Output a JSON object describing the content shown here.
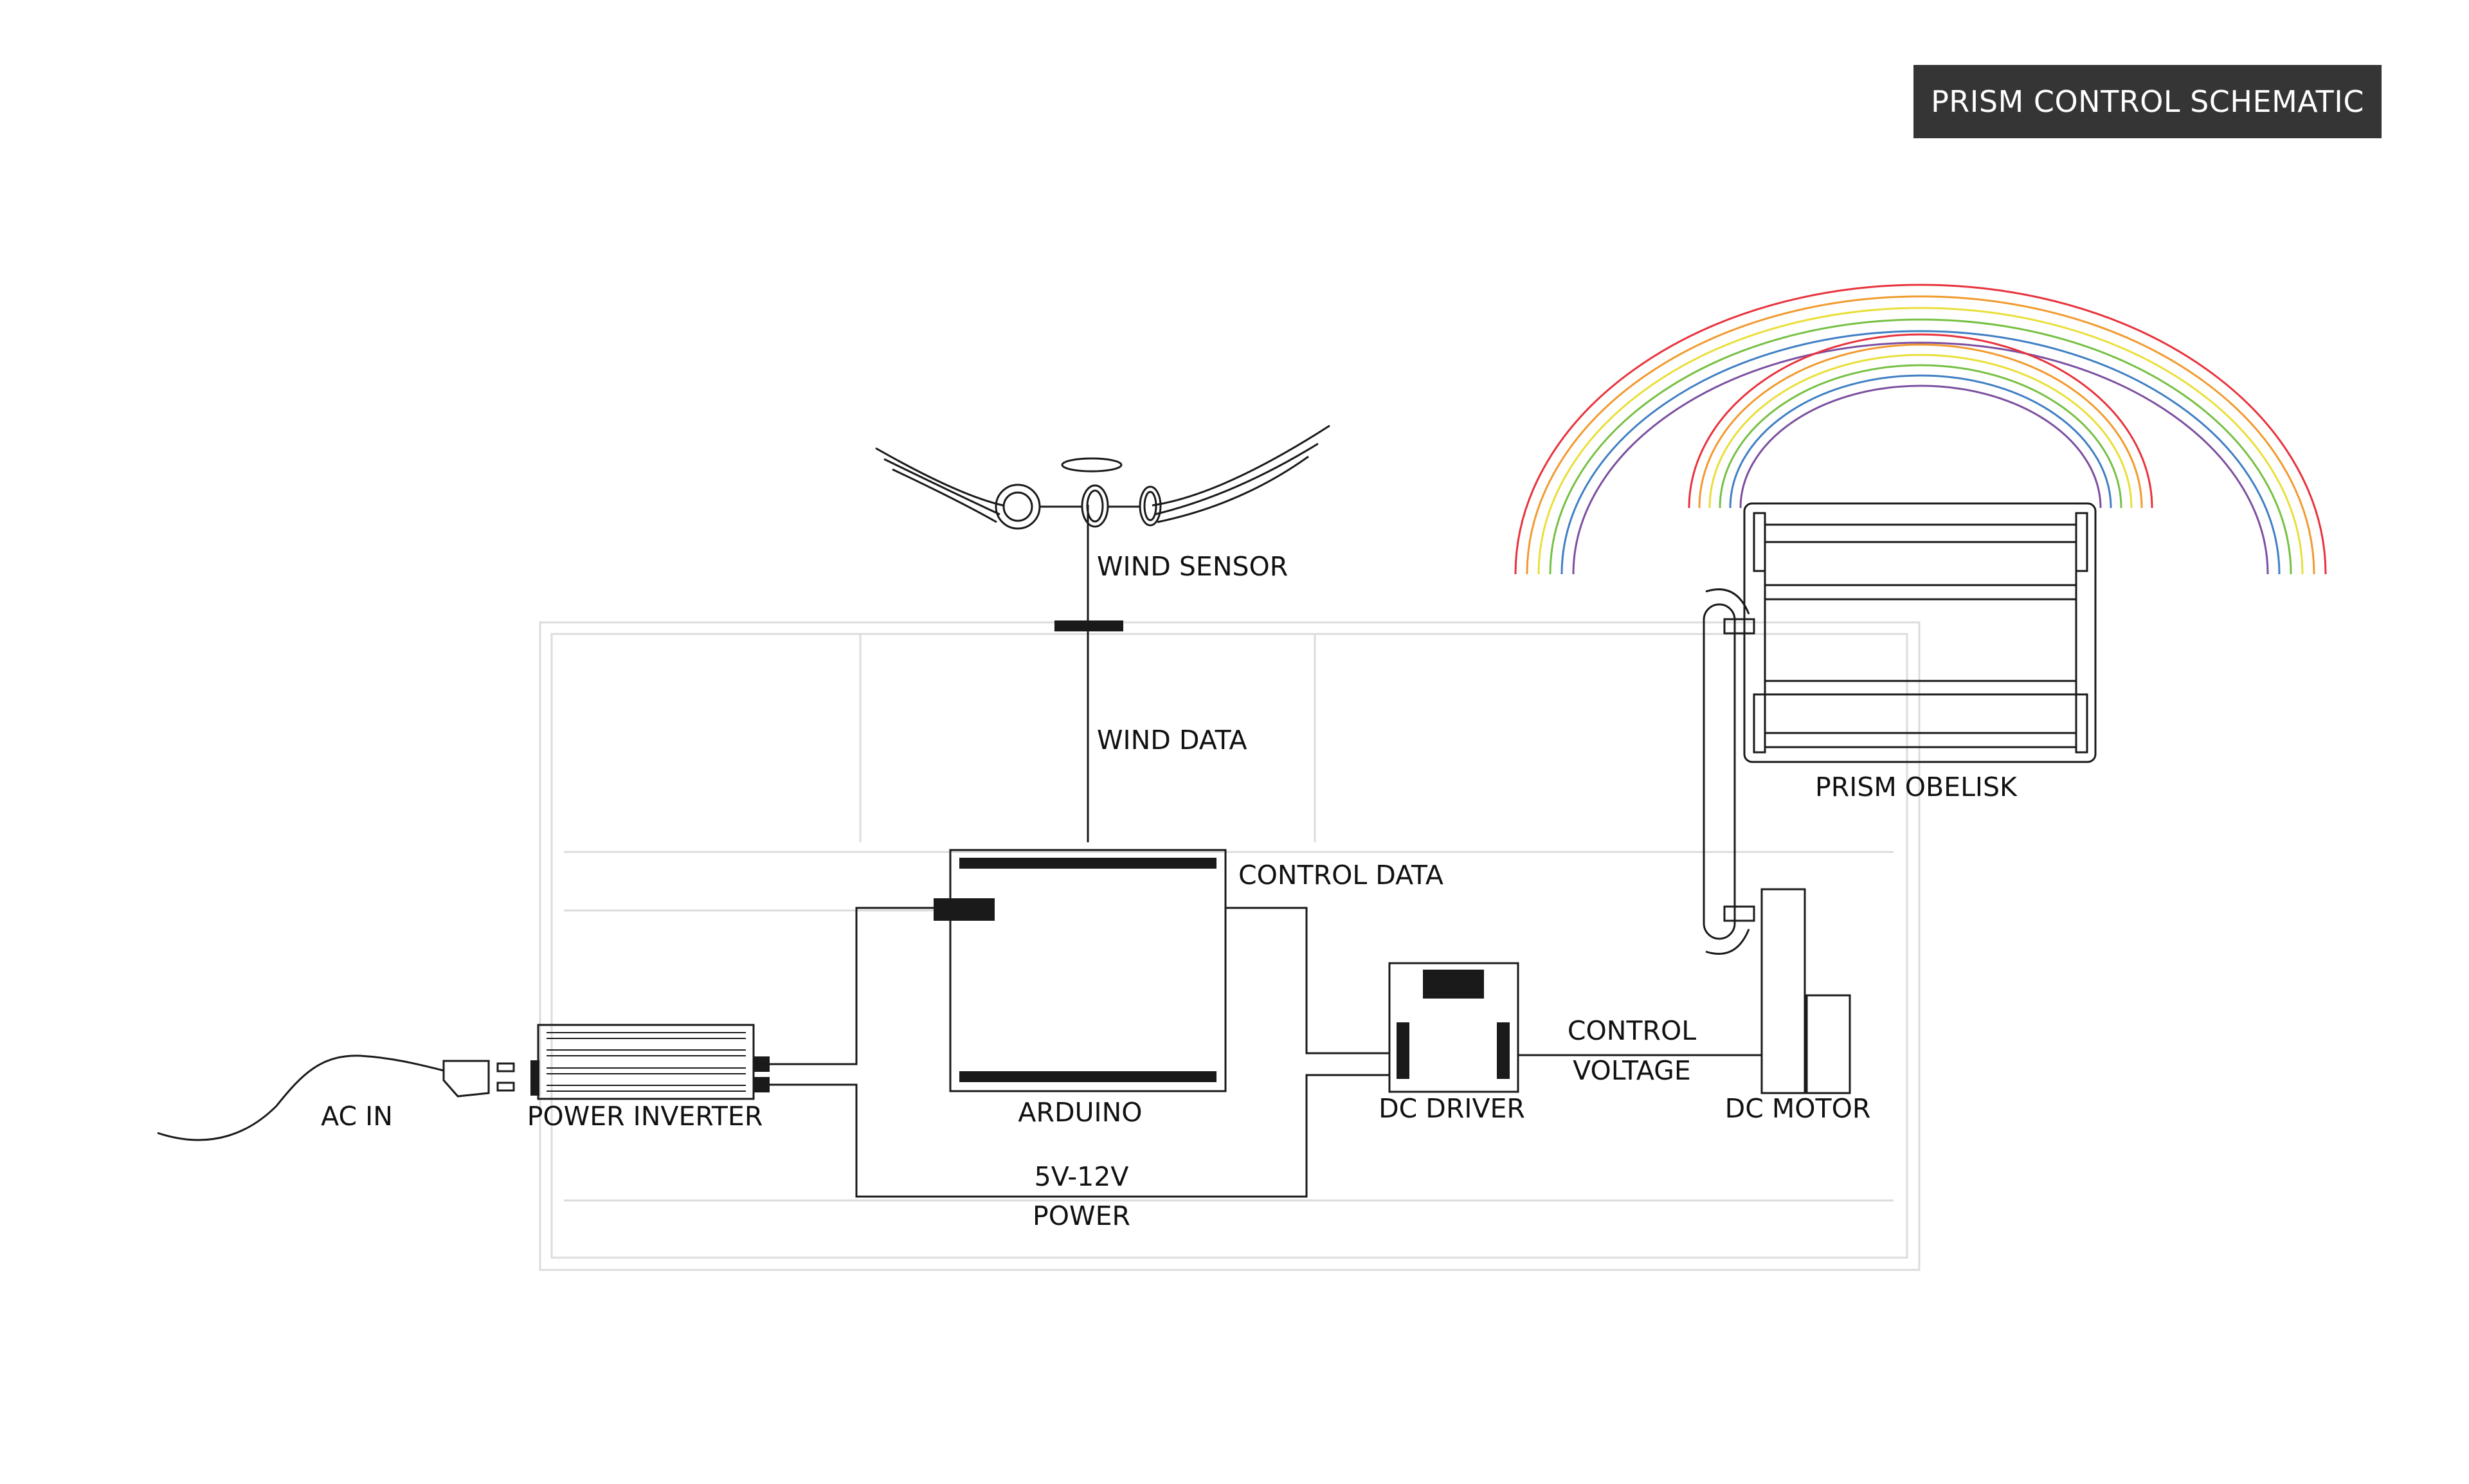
{
  "title": "PRISM CONTROL SCHEMATIC",
  "labels": {
    "wind_sensor": "WIND SENSOR",
    "wind_data": "WIND DATA",
    "control_data": "CONTROL DATA",
    "prism_obelisk": "PRISM OBELISK",
    "arduino": "ARDUINO",
    "dc_driver": "DC DRIVER",
    "control_voltage_line1": "CONTROL",
    "control_voltage_line2": "VOLTAGE",
    "dc_motor": "DC MOTOR",
    "ac_in": "AC IN",
    "power_inverter": "POWER INVERTER",
    "power_line1": "5V-12V",
    "power_line2": "POWER"
  },
  "colors": {
    "ink": "#1a1a1a",
    "title_bg": "#353535",
    "title_fg": "#ffffff",
    "frame": "#d9d9d9",
    "rainbow": [
      "#e8323c",
      "#f29a2e",
      "#e9df3a",
      "#76c043",
      "#3f7fc4",
      "#7b4fa0"
    ]
  }
}
